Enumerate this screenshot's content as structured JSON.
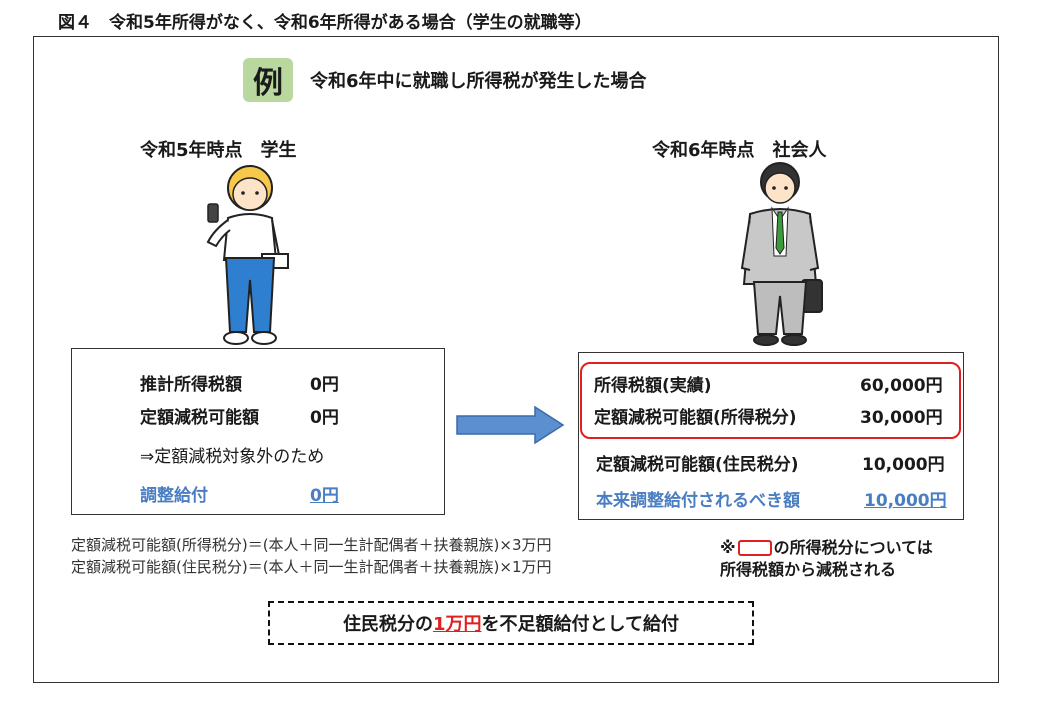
{
  "title": "図４　令和5年所得がなく、令和6年所得がある場合（学生の就職等）",
  "example_badge": "例",
  "example_text": "令和6年中に就職し所得税が発生した場合",
  "left": {
    "label": "令和5年時点　学生",
    "row1_label": "推計所得税額",
    "row1_value": "0円",
    "row2_label": "定額減税可能額",
    "row2_value": "0円",
    "note": "⇒定額減税対象外のため",
    "row3_label": "調整給付",
    "row3_value": "0円"
  },
  "right": {
    "label": "令和6年時点　社会人",
    "row1_label": "所得税額(実績)",
    "row1_value": "60,000円",
    "row2_label": "定額減税可能額(所得税分)",
    "row2_value": "30,000円",
    "row3_label": "定額減税可能額(住民税分)",
    "row3_value": "10,000円",
    "row4_label": "本来調整給付されるべき額",
    "row4_value": "10,000円"
  },
  "formula1": "定額減税可能額(所得税分)＝(本人＋同一生計配偶者＋扶養親族)×3万円",
  "formula2": "定額減税可能額(住民税分)＝(本人＋同一生計配偶者＋扶養親族)×1万円",
  "note_mark": "※",
  "note_line1": "の所得税分については",
  "note_line2": "所得税額から減税される",
  "bottom_pre": "住民税分の",
  "bottom_amount": "1万円",
  "bottom_post": "を不足額給付として給付",
  "colors": {
    "accent_red": "#e02020",
    "accent_blue": "#4a7ec2",
    "badge_green": "#b8d8a0",
    "arrow_blue": "#5b8fd0"
  }
}
